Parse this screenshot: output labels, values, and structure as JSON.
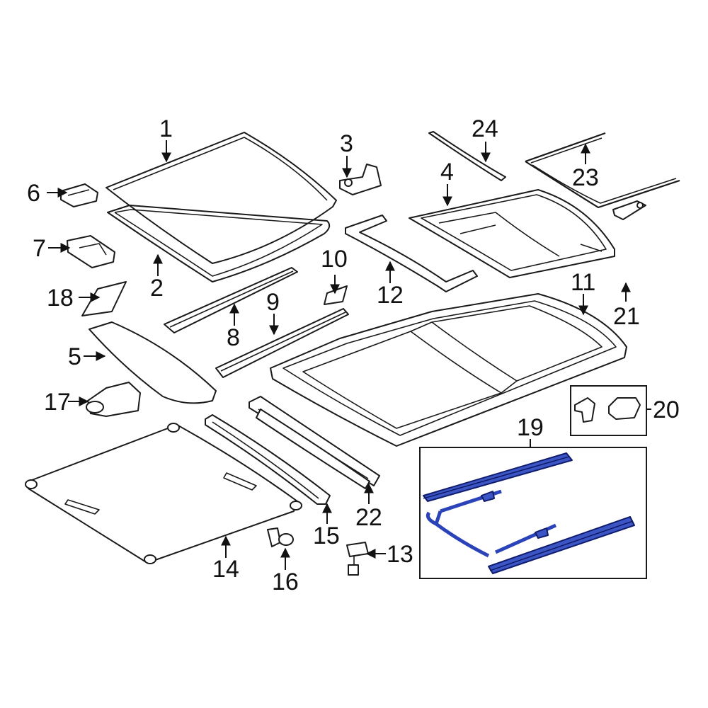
{
  "diagram": {
    "callouts": {
      "c1": "1",
      "c2": "2",
      "c3": "3",
      "c4": "4",
      "c5": "5",
      "c6": "6",
      "c7": "7",
      "c8": "8",
      "c9": "9",
      "c10": "10",
      "c11": "11",
      "c12": "12",
      "c13": "13",
      "c14": "14",
      "c15": "15",
      "c16": "16",
      "c17": "17",
      "c18": "18",
      "c19": "19",
      "c20": "20",
      "c21": "21",
      "c22": "22",
      "c23": "23",
      "c24": "24"
    },
    "colors": {
      "highlight": "#3b56c4",
      "line": "#1a1a1a",
      "background": "#ffffff"
    }
  }
}
